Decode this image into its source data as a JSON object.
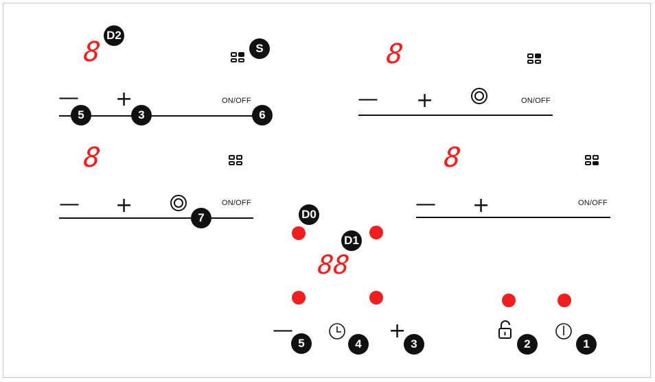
{
  "panel": {
    "zones": [
      {
        "display": "8",
        "minus": "—",
        "plus": "+",
        "onoff": "ON/OFF"
      },
      {
        "display": "8",
        "minus": "—",
        "plus": "+",
        "onoff": "ON/OFF"
      },
      {
        "display": "8",
        "minus": "—",
        "plus": "+",
        "onoff": "ON/OFF"
      },
      {
        "display": "8",
        "minus": "—",
        "plus": "+",
        "onoff": "ON/OFF"
      }
    ],
    "timer": {
      "display": "88",
      "minus": "—",
      "plus": "+"
    }
  },
  "badges": {
    "d2": "D2",
    "s": "S",
    "b5": "5",
    "b3": "3",
    "b6": "6",
    "b7": "7",
    "d0": "D0",
    "d1": "D1",
    "b5b": "5",
    "b4": "4",
    "b3b": "3",
    "b2": "2",
    "b1": "1"
  },
  "colors": {
    "display_red": "#ff1a1a",
    "indicator_red": "#f21d1d",
    "badge": "#111111"
  },
  "icons": [
    "heat-level-grid-icon",
    "boost-ring-icon",
    "timer-clock-icon",
    "lock-icon",
    "power-icon"
  ]
}
